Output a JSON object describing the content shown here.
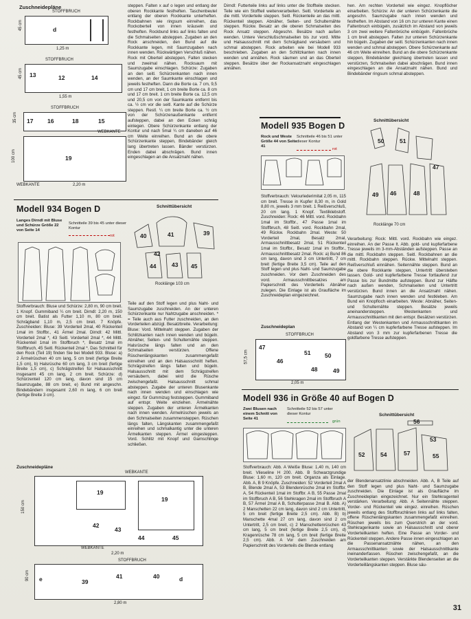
{
  "page_number": "31",
  "left_top": {
    "heading": "Zuschneidepläne",
    "diagram1": {
      "fold": "STOFFBRUCH",
      "width": "1,25 m",
      "height": "45 cm",
      "piece": "d"
    },
    "diagram2": {
      "fold": "STOFFBRUCH",
      "width": "1,55 m",
      "height": "45 cm",
      "pieces": [
        "13",
        "12",
        "14"
      ]
    },
    "diagram3": {
      "fold": "STOFFBRUCH",
      "selvage": "WEBKANTE",
      "selvage2": "WEBKANTE",
      "width": "2,20 m",
      "height_top": "35 cm",
      "height_bottom": "100 cm",
      "pieces": [
        "17",
        "16",
        "18",
        "15",
        "19"
      ]
    }
  },
  "col2_top_text": "steppen. Falten x auf o legen und entlang der oberen Rockkante festheften. Taschenbeutel entlang der oberen Rockkante unterheften. Rockbahnen wie ringsum einreihen, das Rockoberteil von innen kräuseln und festheften. Rockbund links auf links falten und die Schmalseiten absteppen. Zugaben an den Rock anschneiden, den Bund auf die Rockkante legen, mit Saumzugaben nach innen wenden. Rückwärtigen Verschluß nähen. Rock mit Oberteil absteppen, Falten stecken und zweimal nähen. Rocksaum mit Saumzugabe einschlagen. Schürze: Zugaben an den seitl. Schürzenkanten nach innen wenden, an der Saumkante einschlagen und jeweils festheften. Dann die Borte ca. 7 cm, 9,5 cm und 17 cm breit, 1 cm breite Borte ca. 8 cm und 17 cm breit. 1 cm breite Borte ca. 12,5 cm und 20,5 cm von der Saumkante entfernt bis ca. ½ cm vor die seitl. Kante auf die Schürze steppen. Restl. ¼ cm breite Borte ca. ½ cm von der Schürzenaußenkante entfernt aufsteppen, dabei an den Ecken schräg einlegen. Obere Schürzenkante entlang der Kontur und nach 5mal ¼ cm daneben auf 46 cm Weite einreihen. Bund an die obere Schürzenkante steppen, Bindebänder gleich lang übertreten lassen. Bänder verstürzen. Enden dabei abschrägen. Bund innen eingeschlagen an die Ansatznaht nähen.",
  "model934": {
    "title": "Modell 934 Bogen D",
    "sketch_caption": "Langes Dirndl mit Bluse und Schürze Größe 22 von Seite 14",
    "contour_note": "Schnitteile 39 bis 45 unter dieser Kontur",
    "contour_color": "rot",
    "layout_heading": "Schnittübersicht",
    "rock_length": "Rocklänge 103 cm",
    "pieces": [
      "40",
      "41",
      "42",
      "39",
      "43",
      "44",
      "45"
    ],
    "text": "Stoffverbrauch: Bluse und Schürze: 2,80 m, 90 cm breit. 1 Knopf. Gummiband ¼ cm breit. Dirndl: 2,20 m, 150 cm breit. Batist als Futter 1,10 m, 80 cm breit. Schrägband 1,10 m, 2,5 cm breit. 7 Knöpfe. Zuschneiden: Bluse: 39 Vorderteil 2mal, 40 Rückenteil 1mal im Stoffbr., 41 Ärmel 2mal. Dirndl: 42 Mittl. Vorderteil 2mal *, 43 Seitl. Vorderteil 2mal *, 44 Mittl. Rückenteil 1mal im Stoffbruch *, Besatz 1mal im Stoffbruch, 45 Seitl. Rückenteil 2mal *. Das Schnitteil für den Rock (Teil 19) finden Sie bei Modell 933. Bluse: a) 2 Ärmelrüschen 40 cm lang, 5 cm breit (fertige Breite 1,5 cm), b) Halsrüsche 60 cm lang, 3 cm breit (fertige Breite 1,5 cm), c) Schrägstreifen für Halsausschnitt insgesamt 45 cm lang, 2 cm breit. Schürze: d) Schürzenteil 120 cm lang, davon sind 15 cm Saumzugabe, 88 cm breit, e) Bund mit angeschn. Bindebändern insgesamt 2,60 m lang, 6 cm breit (fertige Breite 3 cm).",
    "col2_text": "Teile auf den Stoff legen und plus Naht- und Saumzugabe zuschneiden. An der unteren Schürzenkante nur Nahtzugabe anschneiden. * = Teile auch aus Futter zuschneiden, an den Vorderteilen abzügl. Besatzbreite. Verarbeitung: Bluse: Vord. Mittelnaht steppen. Zugaben der Schlitzkanten nach innen wenden und bügeln. Abnäher, Seiten- und Schulternähte steppen. Halsrüsche längs falten und an den Schmalseiten verstürzen. Offene Rüschenlängskanten zusammengefaßt einreihen und an den Halsausschnitt heften. Schrägstreifen längs falten und bügeln. Halsausschnitt mit dem Schrägstreifen versäubern, dabei wird die Rüsche zwischengefaßt. Halsausschnitt schmal absteppen. Zugabe der unteren Blusenkante nach innen wenden und einschlagen wie eingez. für Gummizug feststeppen. Gummiband auf entspr. Weite einziehen. Ärmelnähte steppen. Zugaben der unteren Ärmelkanten nach innen wenden. Ärmelrüschen jeweils an den Schmalseiten zusammensteppen. Rüschen längs falten, Längskanten zusammengefaßt einreihen und schmalkantig unter die unteren Ärmelkanten steppen. Ärmel eingesteppen. Vord. Schlitz mit Knopf und Garnschlinge schließen.",
    "layout2_heading": "Zuschneidepläne",
    "layout2": {
      "selvage": "WEBKANTE",
      "selvage2": "WEBKANTE",
      "fold": "STOFFBRUCH",
      "width": "2,20 m",
      "width2": "2,80 m",
      "height": "150 cm",
      "height2": "90 cm",
      "pieces": [
        "19",
        "42",
        "43",
        "44",
        "45",
        "41",
        "39",
        "40",
        "e",
        "d"
      ]
    }
  },
  "col3_top_text": "Dirndl: Futterteile links auf links unter die Stoffteile stecken. Teile wie ein Stoffteil weiterverarbeiten. Seitl. Vorderteile an die mittl. Vorderteile steppen. Seitl. Rückenteile an das mittl. Rückenteil steppen. Abnäher, Seiten- und Schulternähte steppen. Rückw. Besatz an die oberen Schmalseiten des Rock Ansatz steppen. Abgeschn. Besätze nach außen wenden. Untere Verschlußschmalseiten bis zur vord. Mitte und Halsausschnitt mit dem Schrägband versäubern und schmal absteppen. Rock arbeiten wie bei Modell 933 beschrieben. Zugaben an den Schlitzkanten nach innen wenden und annähen. Rock säumen und an das Oberteil steppen. Besätze über der Rockansatznaht eingeschlagen annähen.",
  "model935": {
    "title": "Modell 935 Bogen D",
    "sketch_caption": "Rock und Weste Größe 44 von Seite 41",
    "contour_note": "Schnitteile 46 bis 51 unter dieser Kontur",
    "contour_color": "rot",
    "layout_heading": "Schnittübersicht",
    "rock_length": "Rocklänge 70 cm",
    "pieces": [
      "50",
      "51",
      "46",
      "49",
      "48",
      "47"
    ],
    "text": "Stoffverbrauch: Velourlederimitat 2,05 m, 115 cm breit. Tresse in Kupfer 8,30 m, in Gold 8,80 m, jeweils 3 mm breit. 1 Reißverschluß, 20 cm lang. 1 Knopf. Textilklebstoff. Zuschneiden: Rock: 46 Mittl. vord. Rockbahn 1mal im Stoffbr., 47 Passe 1mal im Stoffbruch, 48 Seitl. vord. Rockbahn 2mal, 49 Rückw. Rockbahn 2mal. Weste: 50 Vorderteil 2mal, Besatz 2mal, Armausschnittbesatz 2mal, 51 Rückenteil 1mal im Stoffbr., Besatz 1mal im Stoffbr., Armausschnittbesatz 2mal. Rock: a) Bund 86 cm lang, davon sind 3 cm Untertritt, 7 cm breit (fertige Breite 3,5 cm). Teile auf den Stoff legen und plus Naht- und Saumzugabe zuschneiden. Vor dem Zuschneiden des vord. Armausschnittbesatzes am Papierschnitt des Vorderteils Abnäher zulegen. Die Einlage ist als Graufläche im Zuschneideplan eingezeichnet.",
    "layout_heading2": "Zuschneideplan",
    "layout2": {
      "fold": "STOFFBRUCH",
      "width": "2,05 m",
      "height": "57,5 cm",
      "pieces": [
        "47",
        "46",
        "51",
        "50",
        "48",
        "49"
      ]
    }
  },
  "col4_top_text": "hen. Am rechten Vorderteil wie eingez. Knopflöcher einarbeiten. Schürze: An der unteren Schürzenkante die angeschn. Saumzugabe nach innen wenden und festheften. Im Abstand von 16 cm zur unteren Kante einen Faltenbruch einbügeln, zusätzlich im Abstand von jeweils 3 cm zwei weitere Faltenbrüche einbügeln. Faltenbrüche 1 cm breit absteppen. Falten zur unteren Schürzenkante hin bügeln. Zugaben der seitl. Schürzenkanten nach innen wenden und schmal absteppen. Obere Schürzenkante auf 46 cm Weite einreihen. Bund an die obere Schürzenkante steppen, Bindebänder gleichlang übertreten lassen und verstürzen, Schmalseiten dabei abschrägen. Bund innen eingeschlagen an die Ansatznaht nähen. Bund und Bindebänder ringsum schmal absteppen.",
  "col4_mid_text": "Verarbeitung: Rock: Mittl. vord. Rockbahn wie eingez. einreihen. An der Passe lt. Abb. gold- und kupferfarbene Tresse jeweils im 3-mm-Abständen aufsteppen. Passe an die mittl. Rockbahn steppen. Seitl. Rockbahnen an die mittl. Rockbahn steppen. Rückw. Mittelnaht steppen. Reißverschluß einnähen. Seitennähte steppen. Bund an die obere Rockkante steppen, Untertritt übersteben lassen. Gold- und kupferfarbene Tresse fortlaufend zur Passe bis zur Bundmitte aufsteppen. Bund zur Hälfte nach außen wenden, Schmalseiten und Untertritt verstürzen. Bund innen an die Ansatznaht nähen. Saumzugabe nach innen wenden und festkleben. Am Bund ein Knopfloch einarbeiten. Weste: Abnäher, Seiten- und Schulternähte steppen. Besätze jeweils aneinandersteppen. Westenkanten und Armausschnittkanten mit den entspr. Besätzen verstürzen. Entlang der Westenkanten und Armausschnittkanten im Abstand von ¼ cm kupferfarbene Tresse aufsteppen. Im Abstand von 3 mm zur kupferfarbenen Tresse die goldfarbene Tresse aufsteppen.",
  "model936": {
    "title": "Modell 936 in Größe 40 auf Bogen D",
    "sketch_caption": "Zwei Blusen nach einem Schnitt von Seite 41",
    "contour_note": "Schnitteile 52 bis 57 unter dieser Kontur",
    "contour_color": "grün",
    "layout_heading": "Schnittübersicht",
    "pieces": [
      "56",
      "52",
      "54",
      "57",
      "53",
      "55"
    ],
    "text": "Stoffverbrauch: Abb. A Weiße Bluse: 1,40 m, 140 cm breit. Vlieseline H 200. Abb. B Schwarzgrundige Bluse: 1,60 m, 120 cm breit. Organza als Einlage. Abb. A, B 9 Knöpfe. Zuschneiden: 52 Vorderteil 2mal A B, Blende 2mal A, 53 Blendenrüsche 2mal im Stoffbr. A, 54 Rückenteil 1mal im Stoffbr. A B, 55 Passe 2mal im Stoffbruch A B, 56 Stehkragen 2mal im Stoffbruch A B, 57 Ärmel 2mal A B, Schulterpasse 2mal B. Abb. A) 2 Manschetten 22 cm lang, davon sind 2 cm Untertritt, 5 cm breit (fertige Breite 2,5 cm). Abb. B) b) Manschette 4mal 27 cm lang, davon sind 2 cm Untertritt, 2,5 cm breit, c) 2 Manschettenrüschen 43 cm lang, 5 cm breit (fertige Breite 2,5 cm), d) Kragenrüsche 78 cm lang, 5 cm breit (fertige Breite 2,5 cm). Abb. A Vor dem Zuschneiden am Papierschnitt des Vorderteils die Blende entlang",
    "col4_text": "der Blendenansatzlinie abschneiden. Abb. A, B Teile auf den Stoff legen und plus Naht- und Saumzugabe zuschneiden. Die Einlage ist als Graufläche im Zuschneideplan eingezeichnet. Nur ein Stehkragenteil verstärken. Verarbeitung: Abb. A Seitennähte steppen. Vorder- und Rückenteil wie eingez. einreihen. Rüschen jeweils entlang des Stoffbruchlinien links auf links falten, offene Rüschenlängskanten zusammengefaßt einreihen. Rüschen jeweils bis zum Querstrich an der vord. Stehkragenkante sowie an Halsausschnitt und oberer Vorderteilkanten heften. Eine Passe an Vorder- und Rückenteil steppen. Andere Passe innen eingeschlagen an die Passenansatznähte nähen, an den Armausschnittkanten sowie der Halsausschnittkante ineinanderfassen. Rüschen zwischengefaßt, an die Vorderteilkanten steppen. Verstärkte Blendenseiten an die Vorderteillängskanten steppen. Bluse säu-"
  }
}
